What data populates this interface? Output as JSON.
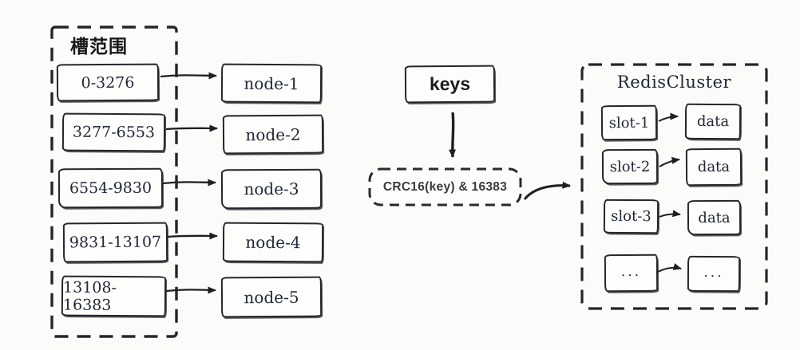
{
  "colors": {
    "ink": "#26262a",
    "text": "#212838",
    "background": "#fbfbfa"
  },
  "slot_range_group": {
    "title": "槽范围",
    "mappings": [
      {
        "range": "0-3276",
        "node": "node-1"
      },
      {
        "range": "3277-6553",
        "node": "node-2"
      },
      {
        "range": "6554-9830",
        "node": "node-3"
      },
      {
        "range": "9831-13107",
        "node": "node-4"
      },
      {
        "range": "13108-16383",
        "node": "node-5"
      }
    ]
  },
  "hash_flow": {
    "keys_label": "keys",
    "hash_label": "CRC16(key) & 16383"
  },
  "redis_cluster": {
    "title": "RedisCluster",
    "rows": [
      {
        "slot": "slot-1",
        "data": "data"
      },
      {
        "slot": "slot-2",
        "data": "data"
      },
      {
        "slot": "slot-3",
        "data": "data"
      },
      {
        "slot": "...",
        "data": "..."
      }
    ]
  }
}
